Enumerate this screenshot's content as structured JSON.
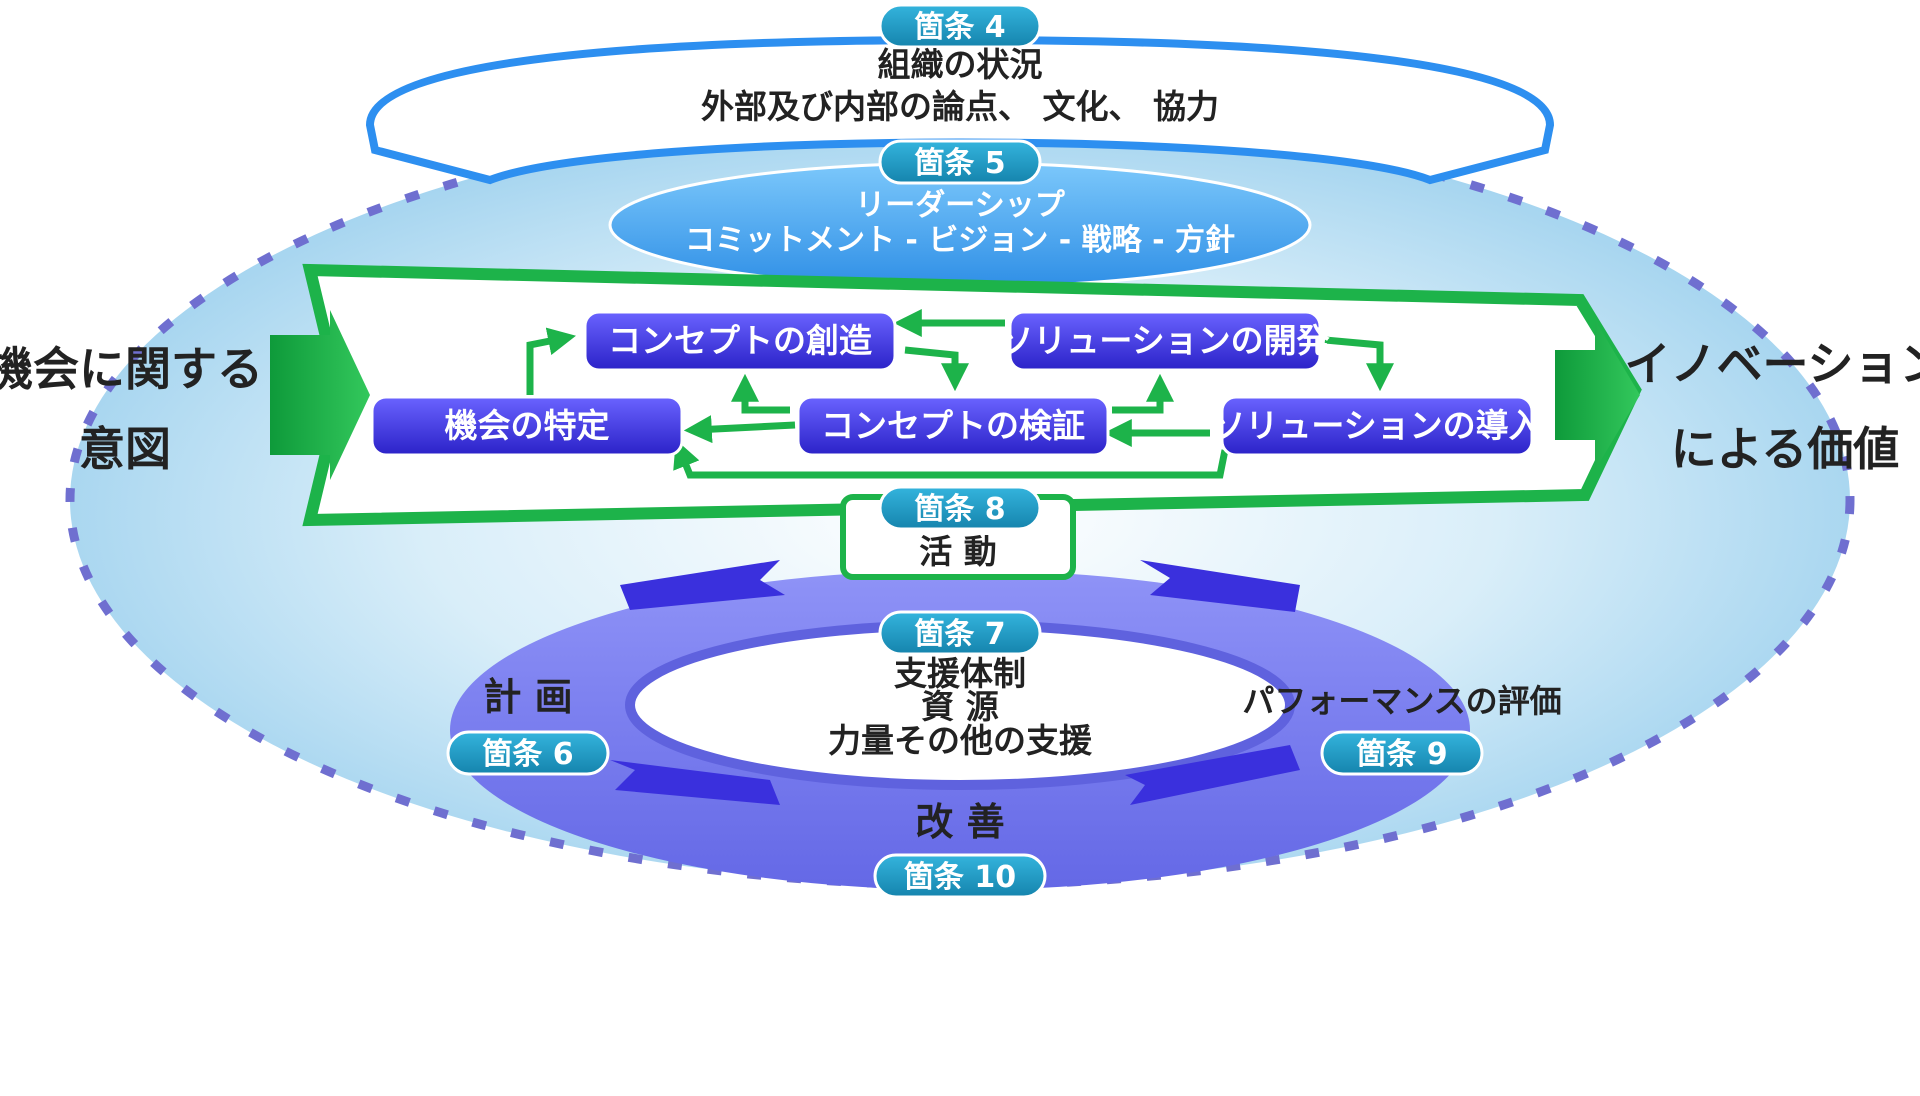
{
  "clause4": {
    "badge": "箇条 4",
    "line1": "組織の状況",
    "line2": "外部及び内部の論点、 文化、 協力"
  },
  "clause5": {
    "badge": "箇条 5",
    "line1": "リーダーシップ",
    "line2": "コミットメント - ビジョン - 戦略 - 方針"
  },
  "left_label": {
    "line1": "機会に関する",
    "line2": "意図"
  },
  "right_label": {
    "line1": "イノベーション",
    "line2": "による価値"
  },
  "activities": {
    "concept_creation": "コンセプトの創造",
    "solution_development": "ソリューションの開発",
    "opportunity_identification": "機会の特定",
    "concept_validation": "コンセプトの検証",
    "solution_deployment": "ソリューションの導入"
  },
  "clause8": {
    "badge": "箇条 8",
    "label": "活 動"
  },
  "clause7": {
    "badge": "箇条 7",
    "line1": "支援体制",
    "line2": "資 源",
    "line3": "力量その他の支援"
  },
  "clause6": {
    "badge": "箇条 6",
    "label": "計 画"
  },
  "clause9": {
    "badge": "箇条 9",
    "label": "パフォーマンスの評価"
  },
  "clause10": {
    "badge": "箇条 10",
    "label": "改 善"
  },
  "colors": {
    "badge_fill": "#1b9ac4",
    "activity_fill": "#3f36e0",
    "arrow_green": "#1db34a",
    "ring_fill": "#7f82f2",
    "outer_ellipse": "#b9dff3",
    "dash_border": "#6f6fd0"
  }
}
